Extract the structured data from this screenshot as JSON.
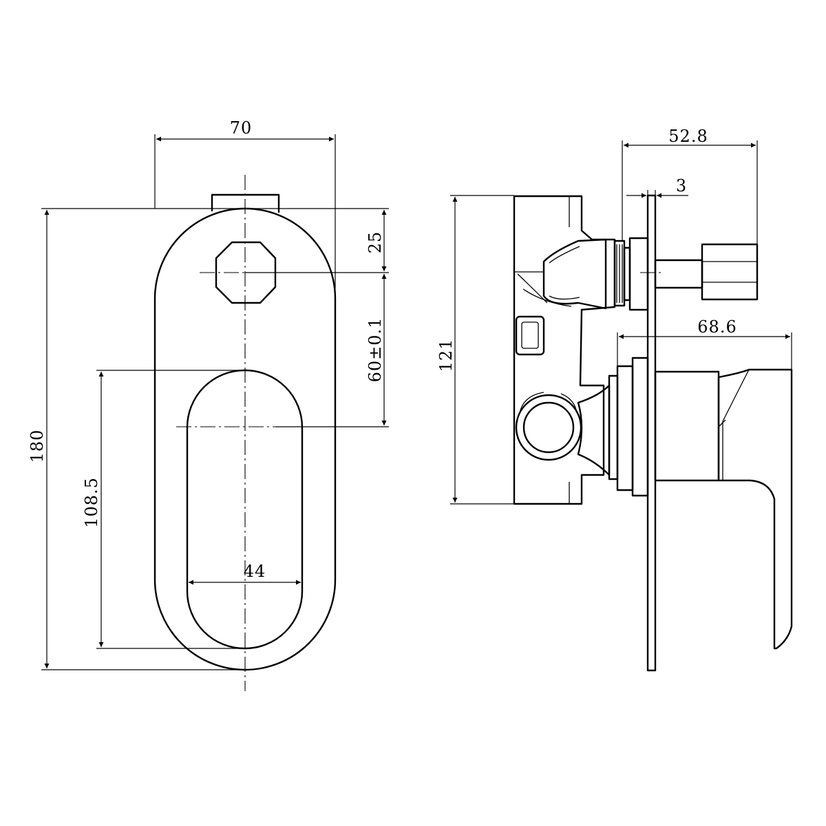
{
  "dimensions": {
    "plate_width": "70",
    "total_height": "180",
    "top_offset": "25",
    "center_distance": "60±0.1",
    "handle_slot_height": "108.5",
    "handle_slot_width": "44",
    "body_height": "121",
    "depth_spindle": "52.8",
    "plate_thickness": "3",
    "depth_handle": "68.6"
  }
}
